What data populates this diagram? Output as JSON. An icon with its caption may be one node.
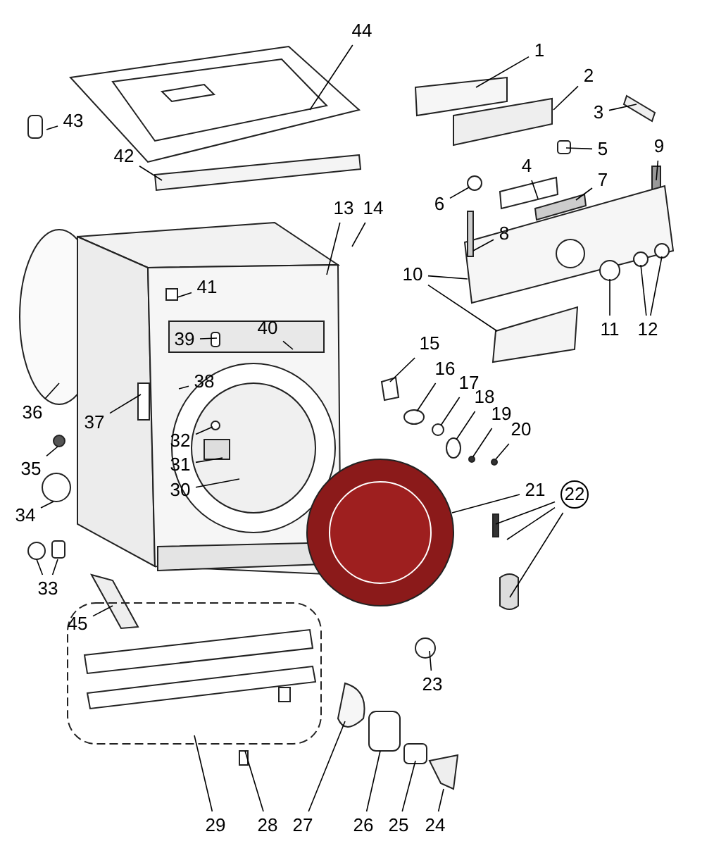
{
  "diagram": {
    "nodes": [
      {
        "text": [
          "1"
        ]
      },
      {
        "text": [
          "2"
        ]
      },
      {
        "text": [
          "3"
        ]
      },
      {
        "text": [
          "4"
        ]
      },
      {
        "text": [
          "5"
        ]
      },
      {
        "text": [
          "6"
        ]
      },
      {
        "text": [
          "7"
        ]
      },
      {
        "text": [
          "8"
        ]
      },
      {
        "text": [
          "9"
        ]
      },
      {
        "text": [
          "10"
        ]
      },
      {
        "text": [
          "11"
        ]
      },
      {
        "text": [
          "12"
        ]
      },
      {
        "text": [
          "13"
        ]
      },
      {
        "text": [
          "14"
        ]
      },
      {
        "text": [
          "15"
        ]
      },
      {
        "text": [
          "16"
        ]
      },
      {
        "text": [
          "17"
        ]
      },
      {
        "text": [
          "18"
        ]
      },
      {
        "text": [
          "19"
        ]
      },
      {
        "text": [
          "20"
        ]
      },
      {
        "text": [
          "21"
        ]
      },
      {
        "text": [
          "22"
        ]
      },
      {
        "text": [
          "23"
        ]
      },
      {
        "text": [
          "24"
        ]
      },
      {
        "text": [
          "25"
        ]
      },
      {
        "text": [
          "26"
        ]
      },
      {
        "text": [
          "27"
        ]
      },
      {
        "text": [
          "28"
        ]
      },
      {
        "text": [
          "29"
        ]
      },
      {
        "text": [
          "30"
        ]
      },
      {
        "text": [
          "31"
        ]
      },
      {
        "text": [
          "32"
        ]
      },
      {
        "text": [
          "33"
        ]
      },
      {
        "text": [
          "34"
        ]
      },
      {
        "text": [
          "35"
        ]
      },
      {
        "text": [
          "36"
        ]
      },
      {
        "text": [
          "37"
        ]
      },
      {
        "text": [
          "38"
        ]
      },
      {
        "text": [
          "39"
        ]
      },
      {
        "text": [
          "40"
        ]
      },
      {
        "text": [
          "41"
        ]
      },
      {
        "text": [
          "42"
        ]
      },
      {
        "text": [
          "43"
        ]
      },
      {
        "text": [
          "44"
        ]
      },
      {
        "text": [
          "45"
        ]
      }
    ],
    "edges": [
      {
        "from": 0,
        "to": null,
        "arrow": "none"
      },
      {
        "from": 1,
        "to": null,
        "arrow": "none"
      },
      {
        "from": 2,
        "to": null,
        "arrow": "none"
      },
      {
        "from": 3,
        "to": null,
        "arrow": "none"
      },
      {
        "from": 4,
        "to": null,
        "arrow": "none"
      },
      {
        "from": 5,
        "to": null,
        "arrow": "none"
      },
      {
        "from": 6,
        "to": null,
        "arrow": "none"
      },
      {
        "from": 7,
        "to": null,
        "arrow": "none"
      },
      {
        "from": 8,
        "to": null,
        "arrow": "none"
      },
      {
        "from": 9,
        "to": null,
        "arrow": "none"
      },
      {
        "from": 9,
        "to": null,
        "arrow": "none"
      },
      {
        "from": 10,
        "to": null,
        "arrow": "none"
      },
      {
        "from": 11,
        "to": null,
        "arrow": "none"
      },
      {
        "from": 11,
        "to": null,
        "arrow": "none"
      },
      {
        "from": 12,
        "to": null,
        "arrow": "none"
      },
      {
        "from": 13,
        "to": null,
        "arrow": "none"
      },
      {
        "from": 14,
        "to": null,
        "arrow": "none"
      },
      {
        "from": 15,
        "to": null,
        "arrow": "none"
      },
      {
        "from": 16,
        "to": null,
        "arrow": "none"
      },
      {
        "from": 17,
        "to": null,
        "arrow": "none"
      },
      {
        "from": 18,
        "to": null,
        "arrow": "none"
      },
      {
        "from": 19,
        "to": null,
        "arrow": "none"
      },
      {
        "from": 20,
        "to": null,
        "arrow": "none"
      },
      {
        "from": 21,
        "to": null,
        "arrow": "none"
      },
      {
        "from": 21,
        "to": null,
        "arrow": "none"
      },
      {
        "from": 21,
        "to": null,
        "arrow": "none"
      },
      {
        "from": 22,
        "to": null,
        "arrow": "none"
      },
      {
        "from": 23,
        "to": null,
        "arrow": "none"
      },
      {
        "from": 24,
        "to": null,
        "arrow": "none"
      },
      {
        "from": 25,
        "to": null,
        "arrow": "none"
      },
      {
        "from": 26,
        "to": null,
        "arrow": "none"
      },
      {
        "from": 27,
        "to": null,
        "arrow": "none"
      },
      {
        "from": 28,
        "to": null,
        "arrow": "none"
      },
      {
        "from": 29,
        "to": null,
        "arrow": "none"
      },
      {
        "from": 30,
        "to": null,
        "arrow": "none"
      },
      {
        "from": 31,
        "to": null,
        "arrow": "none"
      },
      {
        "from": 32,
        "to": null,
        "arrow": "none"
      },
      {
        "from": 32,
        "to": null,
        "arrow": "none"
      },
      {
        "from": 33,
        "to": null,
        "arrow": "none"
      },
      {
        "from": 34,
        "to": null,
        "arrow": "none"
      },
      {
        "from": 35,
        "to": null,
        "arrow": "none"
      },
      {
        "from": 36,
        "to": null,
        "arrow": "none"
      },
      {
        "from": 37,
        "to": null,
        "arrow": "none"
      },
      {
        "from": 38,
        "to": null,
        "arrow": "none"
      },
      {
        "from": 39,
        "to": null,
        "arrow": "none"
      },
      {
        "from": 40,
        "to": null,
        "arrow": "none"
      },
      {
        "from": 41,
        "to": null,
        "arrow": "none"
      },
      {
        "from": 42,
        "to": null,
        "arrow": "none"
      },
      {
        "from": 43,
        "to": null,
        "arrow": "none"
      },
      {
        "from": 44,
        "to": null,
        "arrow": "none"
      }
    ]
  }
}
